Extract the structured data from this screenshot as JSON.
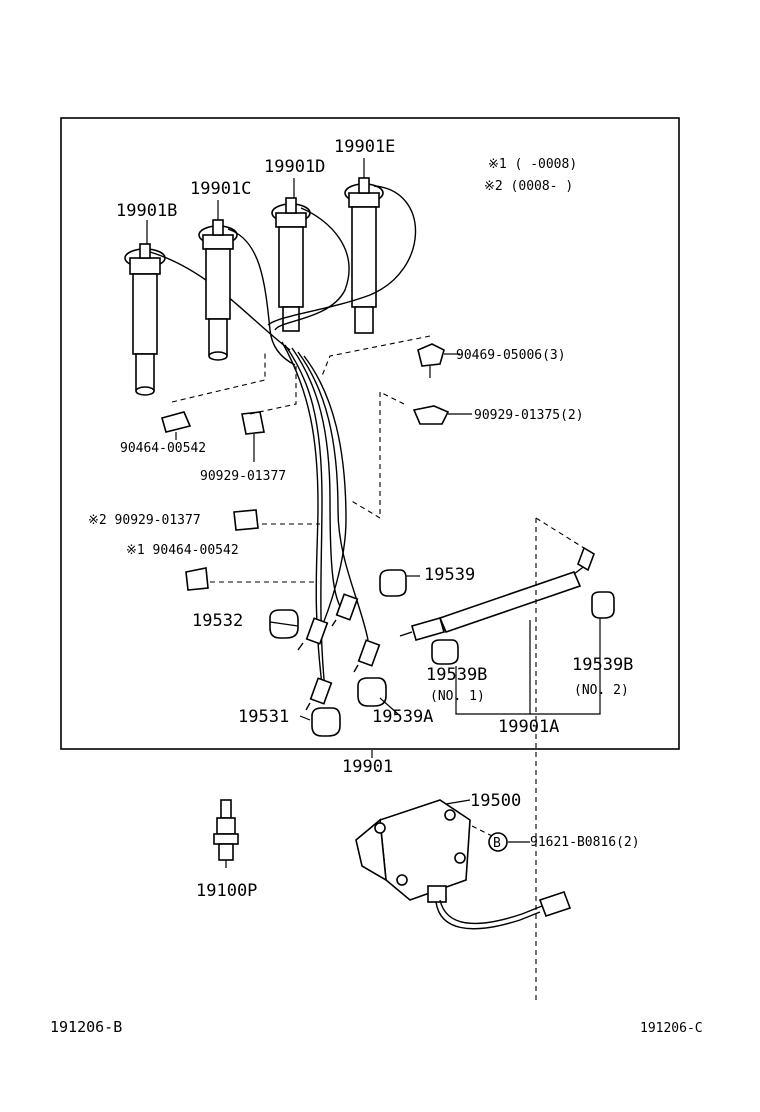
{
  "notes": {
    "note1": "※1 (      -0008)",
    "note2": "※2 (0008-      )"
  },
  "labels": {
    "p19901E": "19901E",
    "p19901D": "19901D",
    "p19901C": "19901C",
    "p19901B": "19901B",
    "p90469": "90469-05006(3)",
    "p90929_01375": "90929-01375(2)",
    "p90464_top": "90464-00542",
    "p90929_01377_top": "90929-01377",
    "p90929_01377_mid": "※2 90929-01377",
    "p90464_mid": "※1 90464-00542",
    "p19539": "19539",
    "p19532": "19532",
    "p19539B_1": "19539B",
    "no1": "(NO. 1)",
    "p19539B_2": "19539B",
    "no2": "(NO. 2)",
    "p19531": "19531",
    "p19539A": "19539A",
    "p19901A": "19901A",
    "p19901": "19901",
    "p19500": "19500",
    "circleB": "B",
    "p91621": "91621-B0816(2)",
    "p19100P": "19100P",
    "footLeft": "191206-B",
    "footRight": "191206-C"
  }
}
